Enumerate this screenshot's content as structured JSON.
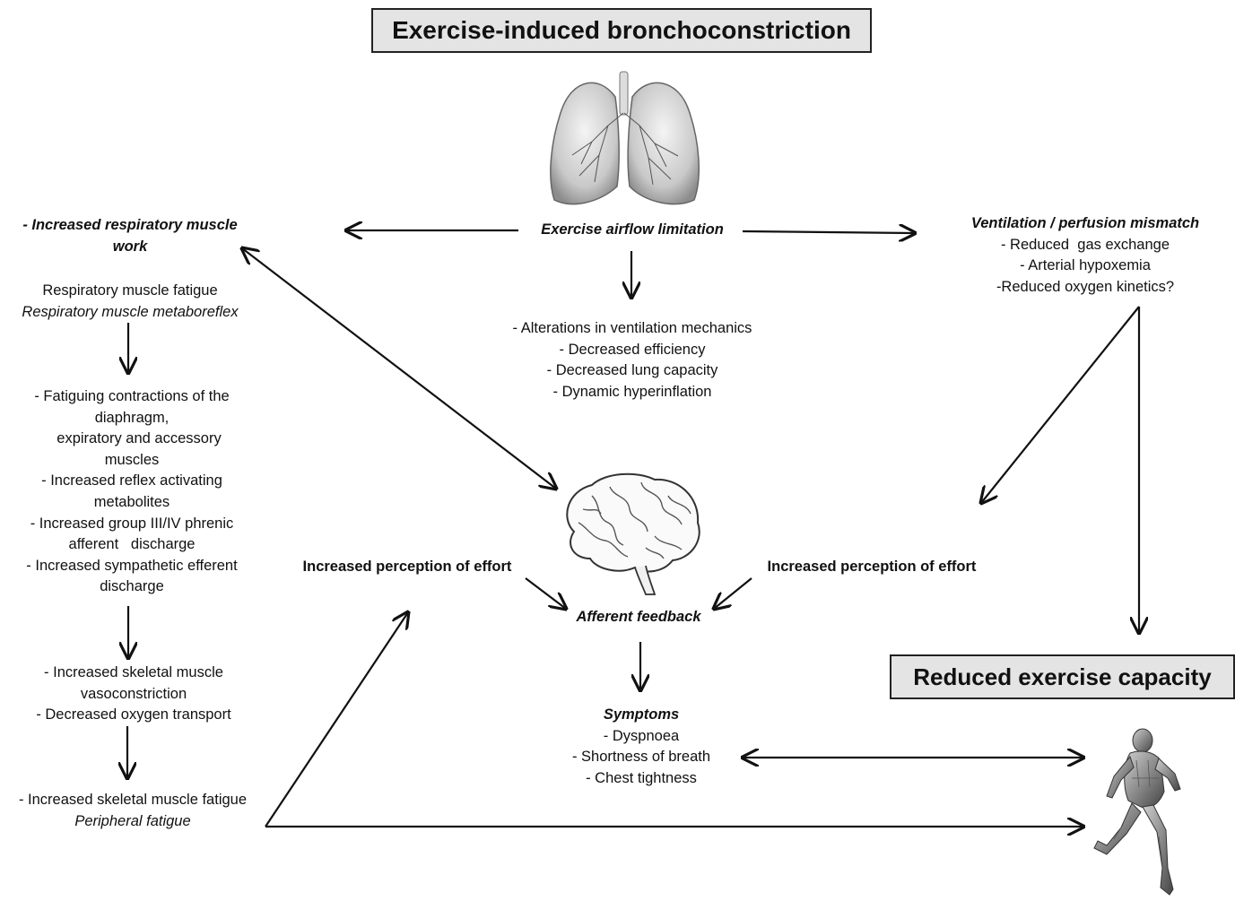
{
  "title": "Exercise-induced bronchoconstriction",
  "center": {
    "airflow": "Exercise airflow limitation",
    "mechanics": [
      "- Alterations in ventilation mechanics",
      "- Decreased efficiency",
      "- Decreased lung capacity",
      "- Dynamic hyperinflation"
    ],
    "afferent": "Afferent feedback",
    "symptoms_title": "Symptoms",
    "symptoms": [
      "- Dyspnoea",
      "- Shortness of breath",
      "- Chest tightness"
    ]
  },
  "left": {
    "resp_work": [
      "- Increased respiratory muscle",
      "work"
    ],
    "fatigue": "Respiratory muscle fatigue",
    "metaboreflex": "Respiratory muscle metaboreflex",
    "contractions": [
      "- Fatiguing contractions of the",
      "diaphragm,",
      "expiratory and accessory",
      "muscles",
      "- Increased reflex activating",
      "metabolites",
      "- Increased group III/IV phrenic",
      "afferent   discharge",
      "- Increased sympathetic efferent",
      "discharge"
    ],
    "vaso": [
      "- Increased skeletal muscle",
      "vasoconstriction",
      "- Decreased oxygen transport"
    ],
    "skeletal_fatigue": "- Increased skeletal muscle fatigue",
    "peripheral": "Peripheral fatigue"
  },
  "right": {
    "vp_title": "Ventilation / perfusion mismatch",
    "vp_items": [
      "- Reduced  gas exchange",
      "- Arterial hypoxemia",
      "-Reduced oxygen kinetics?"
    ],
    "capacity": "Reduced exercise capacity"
  },
  "perception_left": "Increased perception of effort",
  "perception_right": "Increased perception of effort",
  "icons": [
    "lungs-icon",
    "brain-icon",
    "runner-icon"
  ]
}
